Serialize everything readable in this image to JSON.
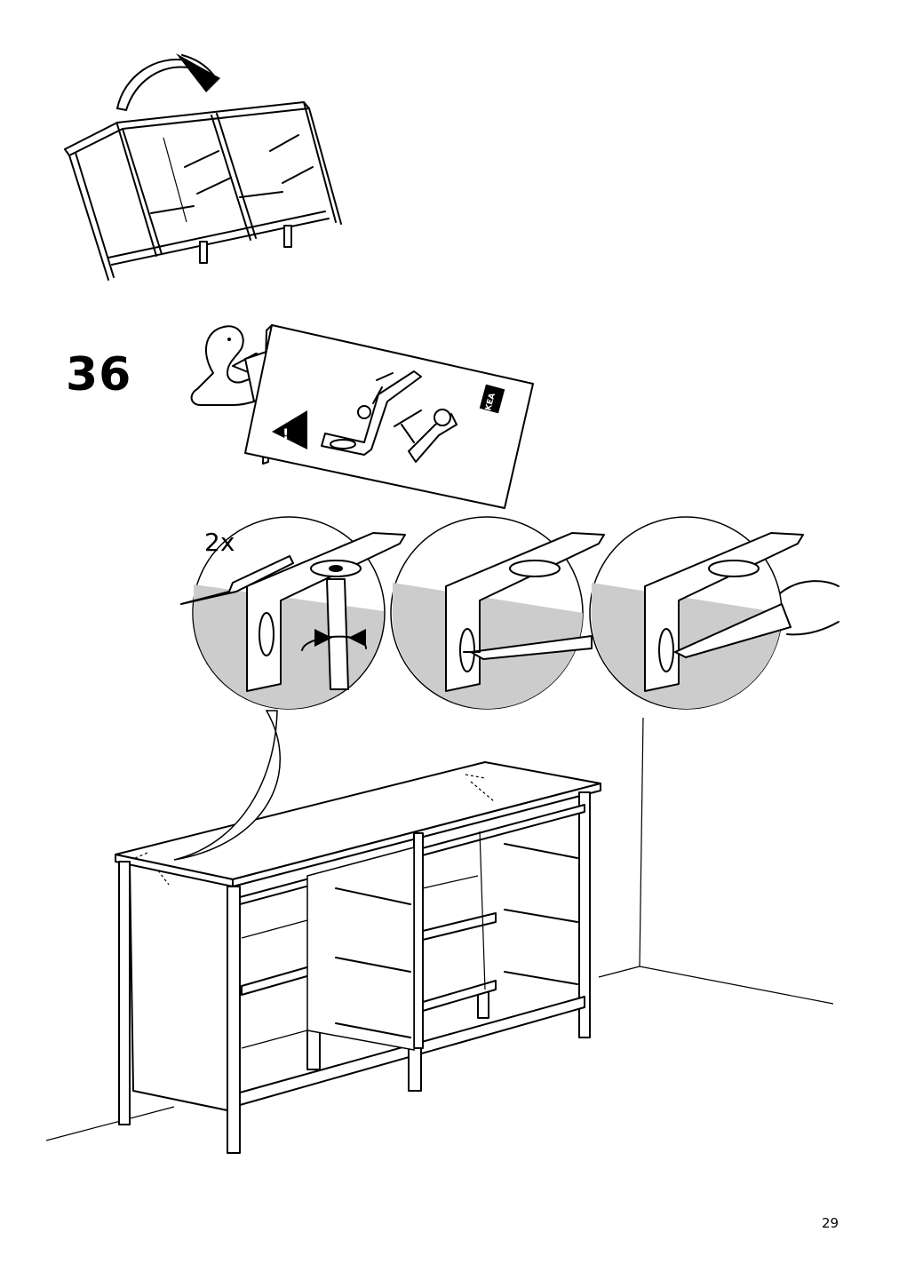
{
  "step": {
    "number": "36"
  },
  "detail": {
    "quantity_label": "2x"
  },
  "leaflet": {
    "brand": "IKEA",
    "icon": "warning-triangle-icon",
    "reader_icon": "person-reading-manual-icon"
  },
  "footer": {
    "page_number": "29"
  },
  "colors": {
    "line": "#000000",
    "background": "#ffffff",
    "shade": "#cccccc"
  }
}
